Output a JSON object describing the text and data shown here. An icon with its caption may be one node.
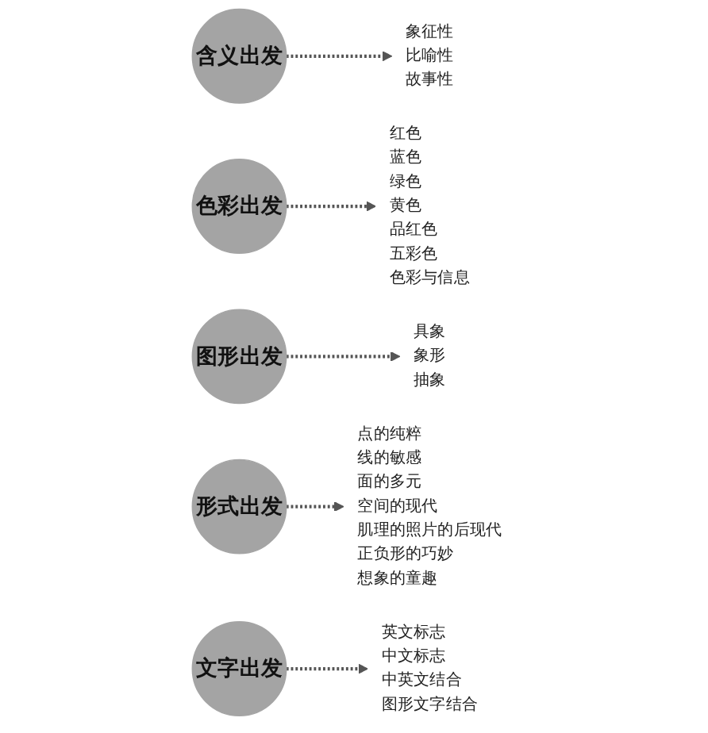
{
  "diagram": {
    "nodes": [
      {
        "text": [
          "含义出发"
        ]
      },
      {
        "text": [
          "象征性",
          "比喻性",
          "故事性"
        ]
      },
      {
        "text": [
          "色彩出发"
        ]
      },
      {
        "text": [
          "红色",
          "蓝色",
          "绿色",
          "黄色",
          "品红色",
          "五彩色",
          "色彩与信息"
        ]
      },
      {
        "text": [
          "图形出发"
        ]
      },
      {
        "text": [
          "具象",
          "象形",
          "抽象"
        ]
      },
      {
        "text": [
          "形式出发"
        ]
      },
      {
        "text": [
          "点的纯粹",
          "线的敏感",
          "面的多元",
          "空间的现代",
          "肌理的照片的后现代",
          "正负形的巧妙",
          "想象的童趣"
        ]
      },
      {
        "text": [
          "文字出发"
        ]
      },
      {
        "text": [
          "英文标志",
          "中文标志",
          "中英文结合",
          "图形文字结合"
        ]
      }
    ],
    "edges": [
      {
        "from": 0,
        "to": 1,
        "arrow": "to",
        "style": "dashed"
      },
      {
        "from": 2,
        "to": 3,
        "arrow": "to",
        "style": "dashed"
      },
      {
        "from": 4,
        "to": 5,
        "arrow": "to",
        "style": "dashed"
      },
      {
        "from": 6,
        "to": 7,
        "arrow": "to",
        "style": "dashed"
      },
      {
        "from": 8,
        "to": 9,
        "arrow": "to",
        "style": "dashed"
      }
    ]
  }
}
